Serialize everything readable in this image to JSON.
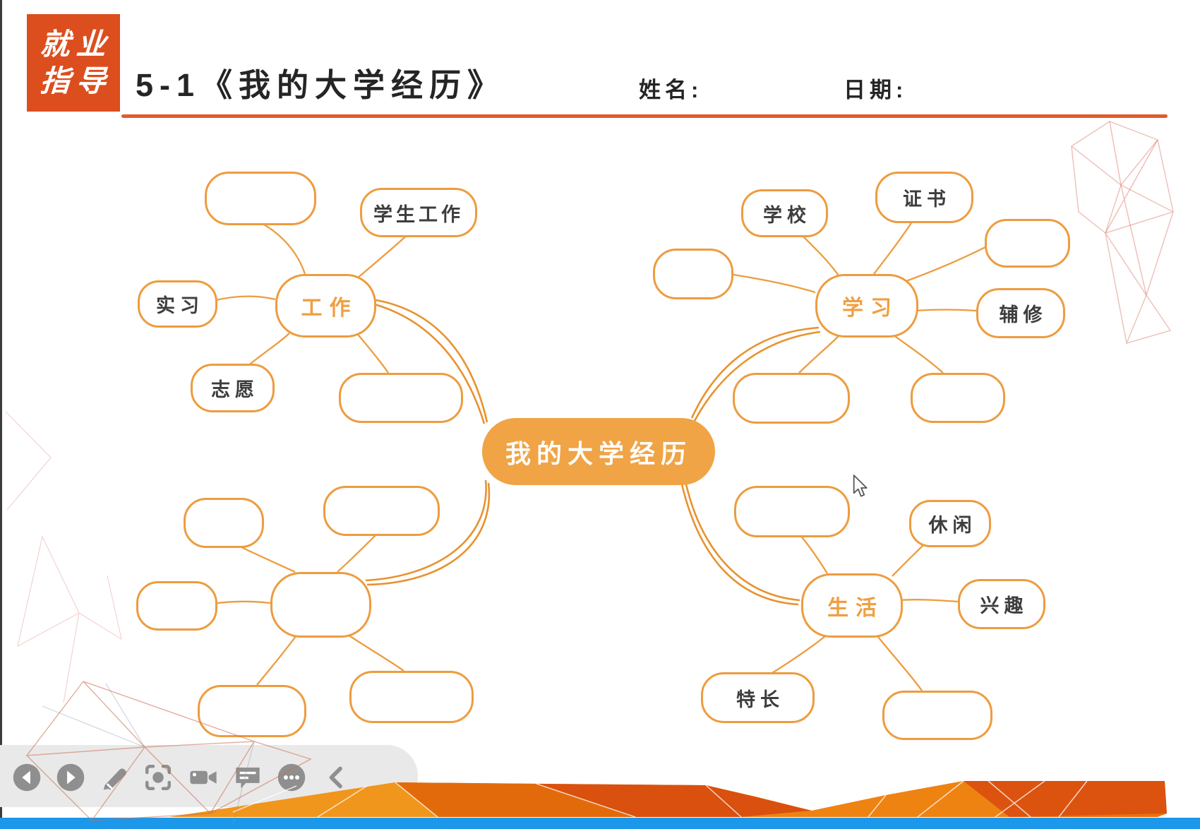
{
  "header": {
    "logo": {
      "line1": "就业",
      "line2": "指导",
      "bg": "#DC4E1E"
    },
    "title": "5-1《我的大学经历》",
    "name_label": "姓名:",
    "date_label": "日期:",
    "underline_color": "#E25A2B"
  },
  "mindmap": {
    "accent": "#ED9C3F",
    "center": {
      "label": "我的大学经历",
      "bg": "#F0A445"
    },
    "hubs": {
      "work": {
        "label": "工作"
      },
      "study": {
        "label": "学习"
      },
      "bottomleft": {
        "label": ""
      },
      "life": {
        "label": "生活"
      }
    },
    "children": {
      "work_c1": {
        "label": ""
      },
      "work_c2": {
        "label": "学生工作"
      },
      "work_c3": {
        "label": "实习"
      },
      "work_c4": {
        "label": "志愿"
      },
      "work_c5": {
        "label": ""
      },
      "study_c1": {
        "label": "学校"
      },
      "study_c2": {
        "label": "证书"
      },
      "study_c3": {
        "label": ""
      },
      "study_c4": {
        "label": ""
      },
      "study_c5": {
        "label": "辅修"
      },
      "study_c6": {
        "label": ""
      },
      "study_c7": {
        "label": ""
      },
      "bl_c1": {
        "label": ""
      },
      "bl_c2": {
        "label": ""
      },
      "bl_c3": {
        "label": ""
      },
      "bl_c4": {
        "label": ""
      },
      "bl_c5": {
        "label": ""
      },
      "life_c1": {
        "label": ""
      },
      "life_c2": {
        "label": "休闲"
      },
      "life_c3": {
        "label": "兴趣"
      },
      "life_c4": {
        "label": "特长"
      },
      "life_c5": {
        "label": ""
      }
    }
  },
  "toolbar": {
    "bg": "#E9E9E9",
    "icon_color": "#8F8F8F",
    "buttons": [
      {
        "name": "previous-slide",
        "icon": "circle-left-arrow-icon"
      },
      {
        "name": "next-slide",
        "icon": "circle-right-arrow-icon"
      },
      {
        "name": "pen-tool",
        "icon": "pencil-icon"
      },
      {
        "name": "focus-spotlight",
        "icon": "focus-brackets-icon"
      },
      {
        "name": "camera",
        "icon": "video-camera-icon"
      },
      {
        "name": "comments",
        "icon": "chat-bubble-icon"
      },
      {
        "name": "more-options",
        "icon": "ellipsis-circle-icon"
      },
      {
        "name": "collapse-toolbar",
        "icon": "chevron-left-icon"
      }
    ]
  },
  "footer": {
    "blue_bar_color": "#1B98E9",
    "band_colors": [
      "#E8730E",
      "#F0961C",
      "#E05E0E",
      "#D9500F",
      "#EE8312",
      "#E36A0A"
    ]
  }
}
